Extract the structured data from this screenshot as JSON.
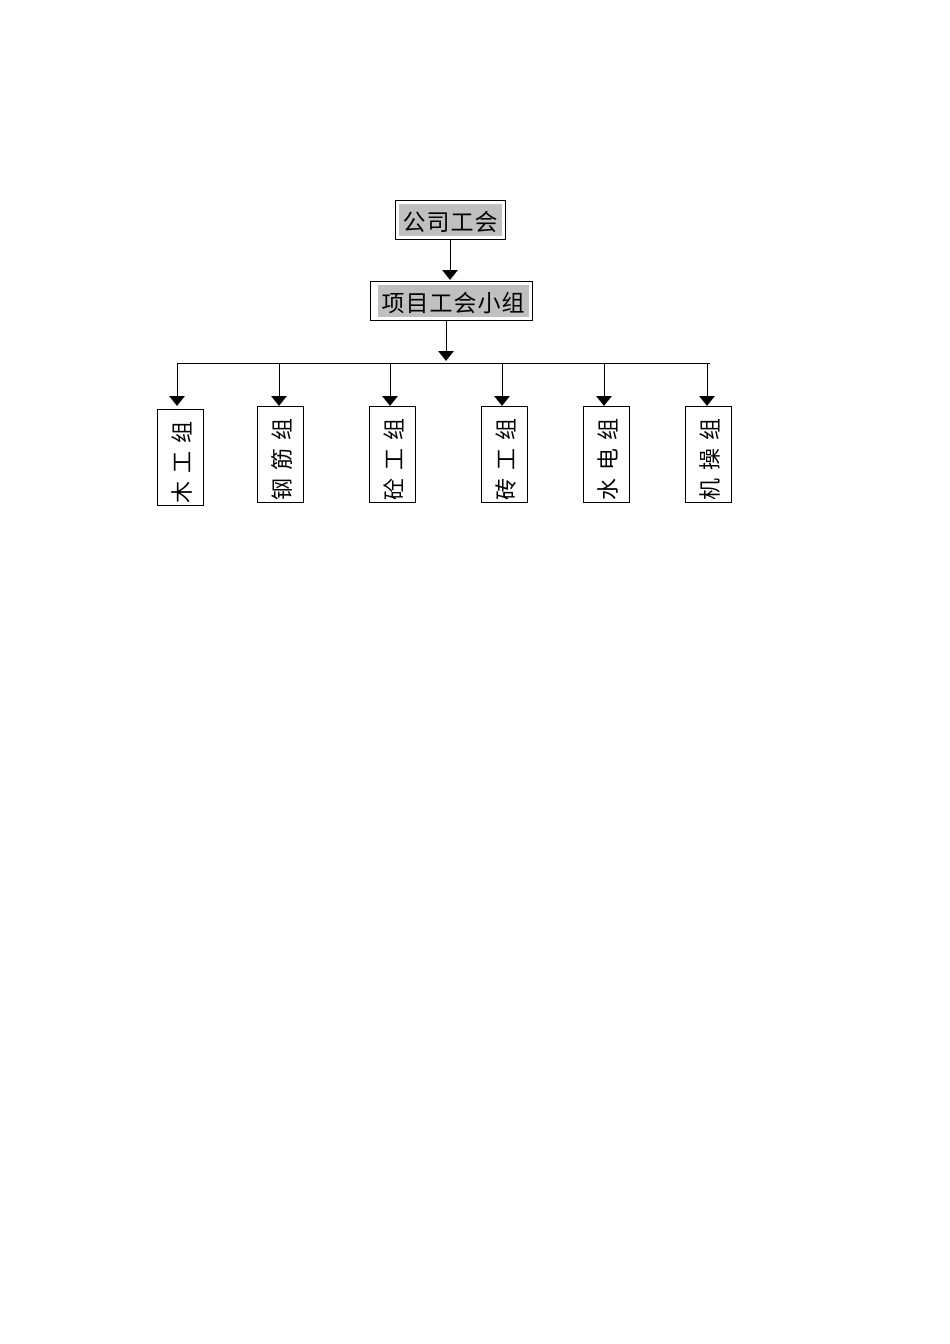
{
  "diagram": {
    "type": "org-chart",
    "root": {
      "label": "公司工会"
    },
    "level2": {
      "label": "项目工会小组"
    },
    "groups": [
      {
        "label": "木工组",
        "display_top_to_bottom": "组工木"
      },
      {
        "label": "钢筋组",
        "display_top_to_bottom": "组筋钢"
      },
      {
        "label": "砼工组",
        "display_top_to_bottom": "组工砼"
      },
      {
        "label": "砖工组",
        "display_top_to_bottom": "组工砖"
      },
      {
        "label": "水电组",
        "display_top_to_bottom": "组电水"
      },
      {
        "label": "机操组",
        "display_top_to_bottom": "组操机"
      }
    ],
    "edges": [
      [
        "公司工会",
        "项目工会小组"
      ],
      [
        "项目工会小组",
        "木工组"
      ],
      [
        "项目工会小组",
        "钢筋组"
      ],
      [
        "项目工会小组",
        "砼工组"
      ],
      [
        "项目工会小组",
        "砖工组"
      ],
      [
        "项目工会小组",
        "水电组"
      ],
      [
        "项目工会小组",
        "机操组"
      ]
    ],
    "colors": {
      "box_fill": "#c0c0c0",
      "line": "#000000",
      "background": "#ffffff"
    }
  }
}
